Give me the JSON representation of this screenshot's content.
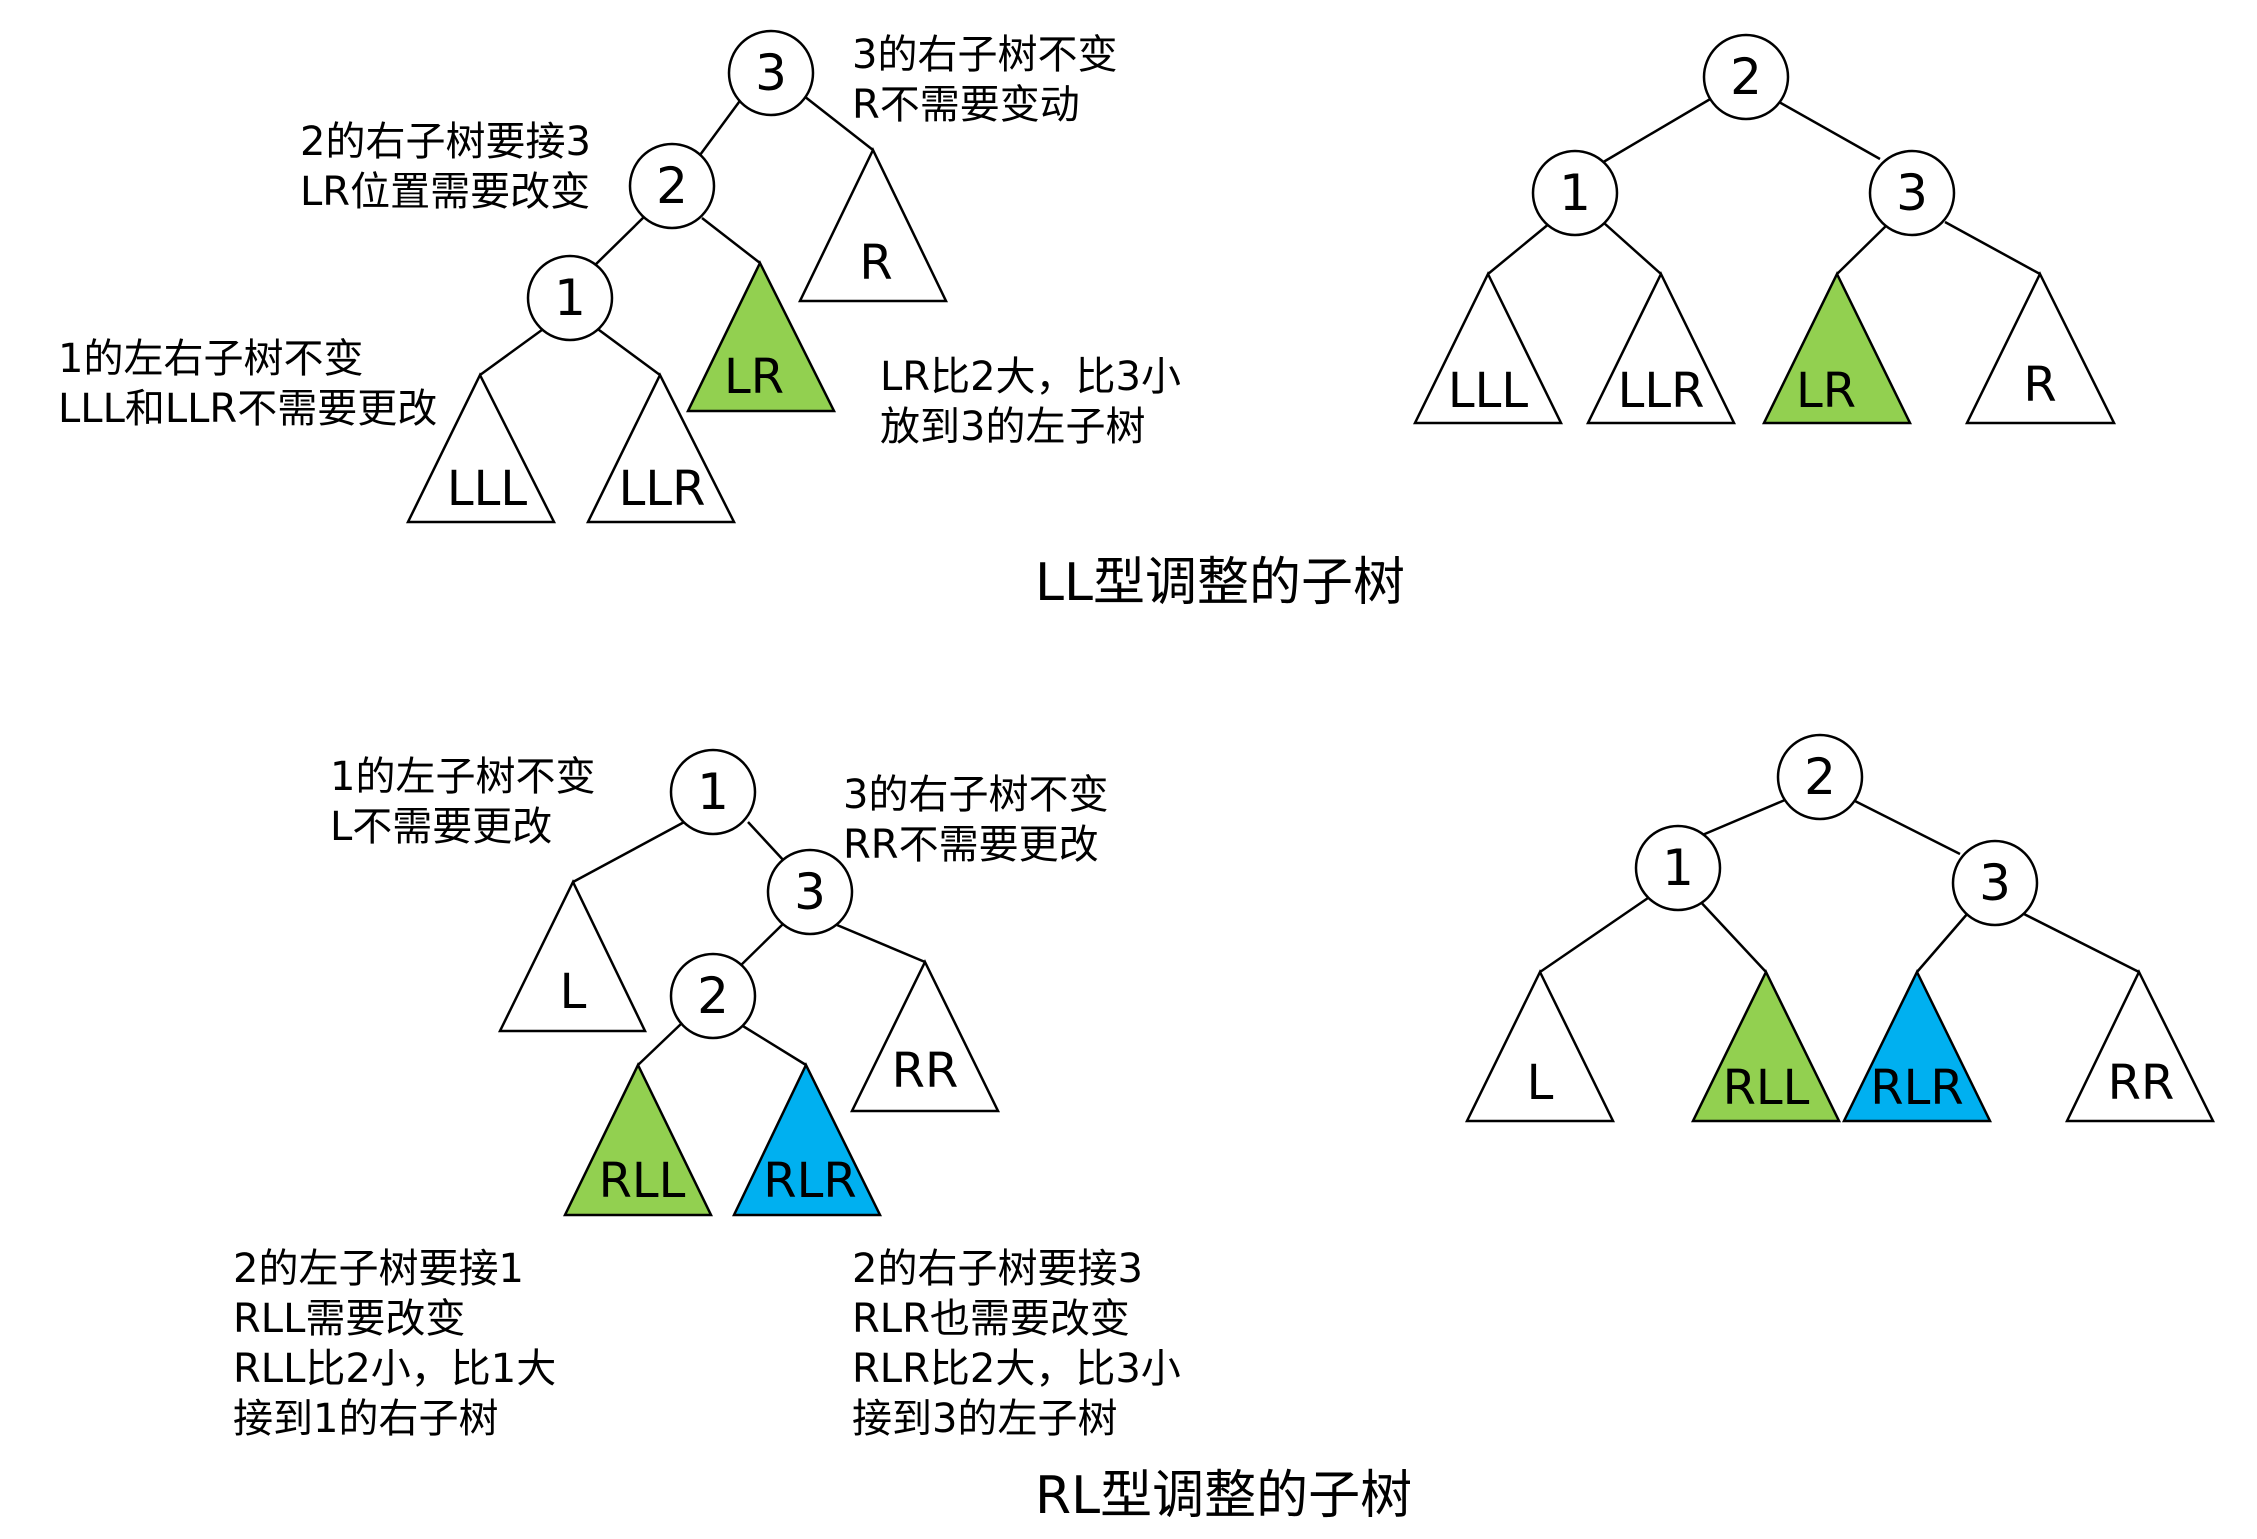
{
  "colors": {
    "green": "#92d050",
    "blue": "#00b0f0",
    "white": "#ffffff",
    "stroke": "#000000"
  },
  "ll": {
    "caption": "LL型调整的子树",
    "before": {
      "nodes": {
        "n3": "3",
        "n2": "2",
        "n1": "1"
      },
      "subtrees": {
        "r": "R",
        "lr": "LR",
        "lll": "LLL",
        "llr": "LLR"
      }
    },
    "after": {
      "nodes": {
        "n2": "2",
        "n1": "1",
        "n3": "3"
      },
      "subtrees": {
        "lll": "LLL",
        "llr": "LLR",
        "lr": "LR",
        "r": "R"
      }
    },
    "notes": {
      "n3": [
        "3的右子树不变",
        "R不需要变动"
      ],
      "n2": [
        "2的右子树要接3",
        "LR位置需要改变"
      ],
      "n1": [
        "1的左右子树不变",
        "LLL和LLR不需要更改"
      ],
      "lr": [
        "LR比2大，比3小",
        "放到3的左子树"
      ]
    }
  },
  "rl": {
    "caption": "RL型调整的子树",
    "before": {
      "nodes": {
        "n1": "1",
        "n3": "3",
        "n2": "2"
      },
      "subtrees": {
        "l": "L",
        "rr": "RR",
        "rll": "RLL",
        "rlr": "RLR"
      }
    },
    "after": {
      "nodes": {
        "n2": "2",
        "n1": "1",
        "n3": "3"
      },
      "subtrees": {
        "l": "L",
        "rll": "RLL",
        "rlr": "RLR",
        "rr": "RR"
      }
    },
    "notes": {
      "n1": [
        "1的左子树不变",
        "L不需要更改"
      ],
      "n3": [
        "3的右子树不变",
        "RR不需要更改"
      ],
      "rll": [
        "2的左子树要接1",
        "RLL需要改变",
        "RLL比2小，比1大",
        "接到1的右子树"
      ],
      "rlr": [
        "2的右子树要接3",
        "RLR也需要改变",
        "RLR比2大，比3小",
        "接到3的左子树"
      ]
    }
  }
}
